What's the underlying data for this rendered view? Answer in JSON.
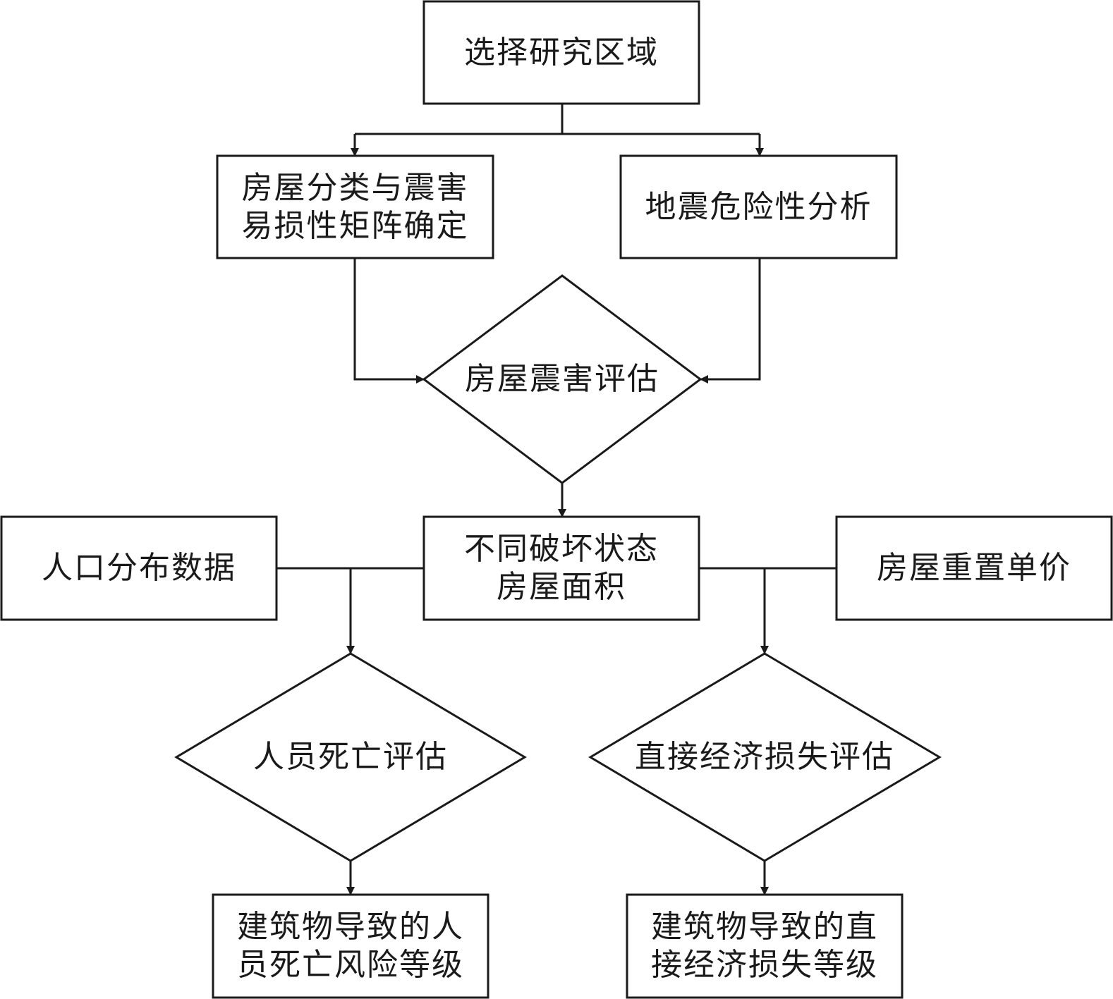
{
  "colors": {
    "stroke": "#1a1a1a",
    "background": "#ffffff",
    "text": "#1a1a1a"
  },
  "nodes": {
    "select_region": {
      "lines": [
        "选择研究区域"
      ]
    },
    "building_classification": {
      "lines": [
        "房屋分类与震害",
        "易损性矩阵确定"
      ]
    },
    "seismic_hazard": {
      "lines": [
        "地震危险性分析"
      ]
    },
    "building_damage_assessment": {
      "lines": [
        "房屋震害评估"
      ]
    },
    "damage_state_area": {
      "lines": [
        "不同破坏状态",
        "房屋面积"
      ]
    },
    "population_data": {
      "lines": [
        "人口分布数据"
      ]
    },
    "replacement_cost": {
      "lines": [
        "房屋重置单价"
      ]
    },
    "casualty_assessment": {
      "lines": [
        "人员死亡评估"
      ]
    },
    "economic_loss_assessment": {
      "lines": [
        "直接经济损失评估"
      ]
    },
    "casualty_risk_level": {
      "lines": [
        "建筑物导致的人",
        "员死亡风险等级"
      ]
    },
    "economic_loss_level": {
      "lines": [
        "建筑物导致的直",
        "接经济损失等级"
      ]
    }
  }
}
